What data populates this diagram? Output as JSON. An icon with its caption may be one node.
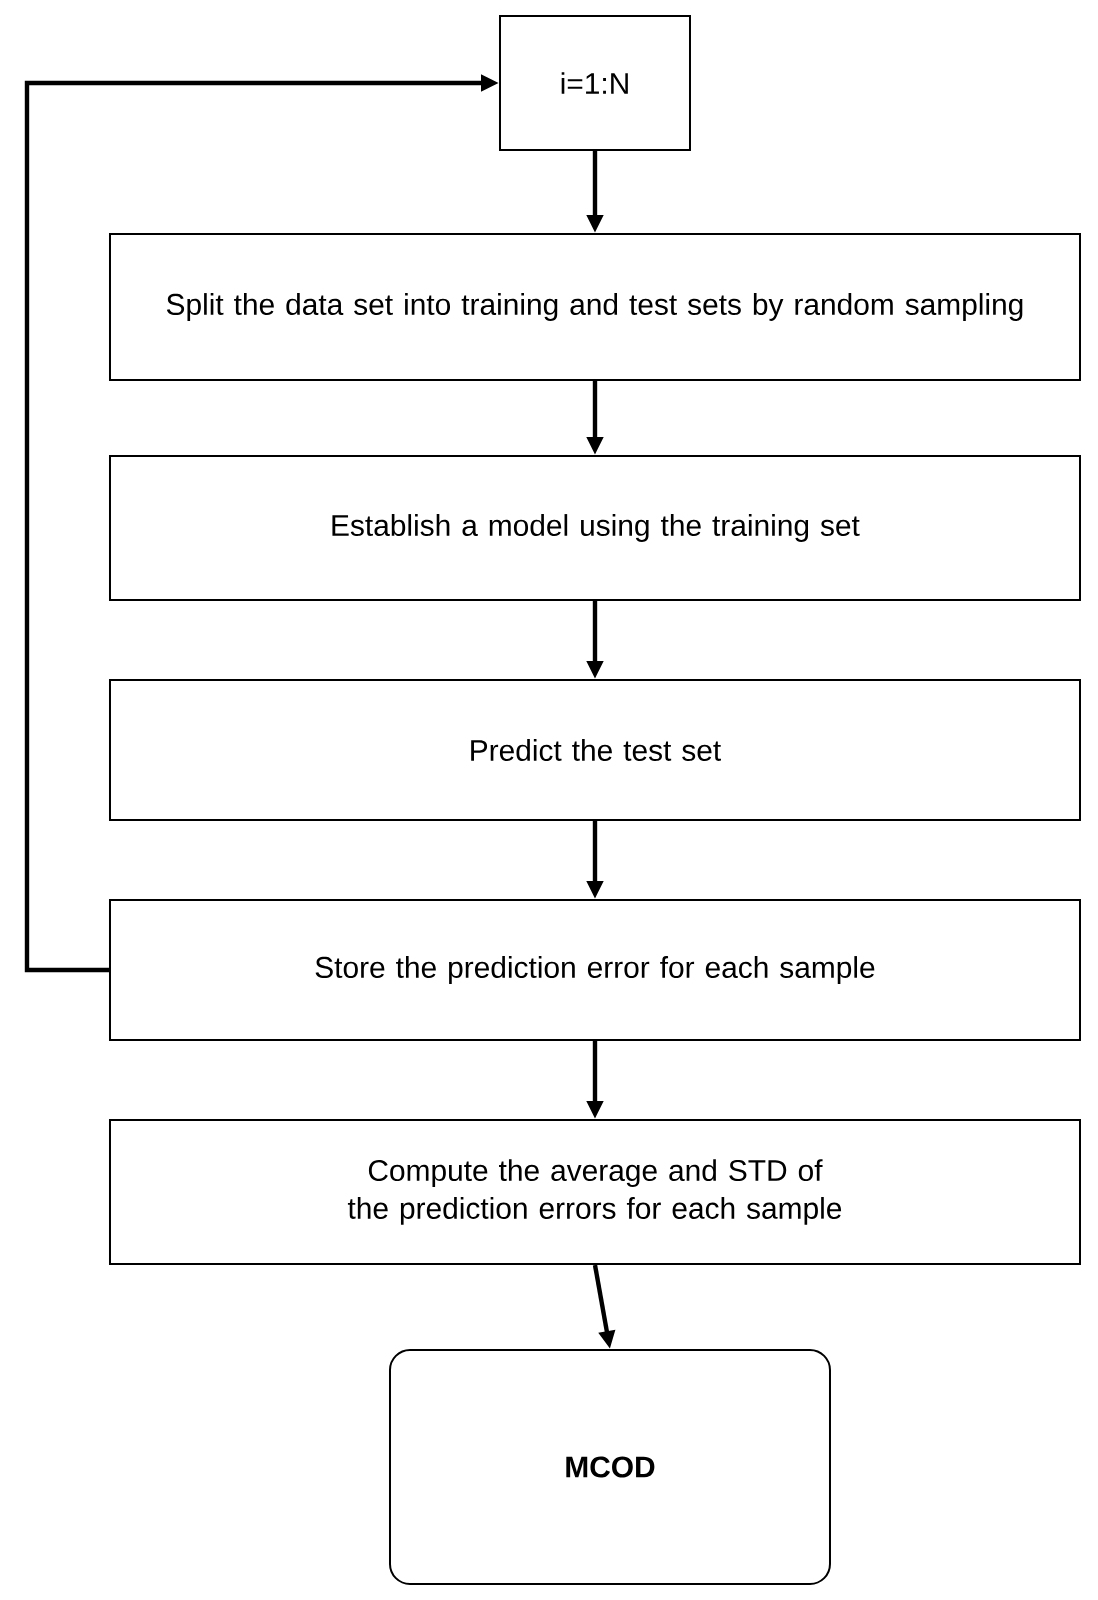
{
  "diagram": {
    "nodes": [
      {
        "text": [
          "i=1:N"
        ]
      },
      {
        "text": [
          "Split the data set into training and test sets by random sampling"
        ]
      },
      {
        "text": [
          "Establish a model using the training set"
        ]
      },
      {
        "text": [
          "Predict the test set"
        ]
      },
      {
        "text": [
          "Store the prediction error for each sample"
        ]
      },
      {
        "text": [
          "Compute the average and STD of the prediction errors for each sample"
        ]
      },
      {
        "text": [
          "MCOD"
        ]
      }
    ],
    "edges": [
      {
        "from": 0,
        "to": 1,
        "arrow": "to"
      },
      {
        "from": 1,
        "to": 2,
        "arrow": "to"
      },
      {
        "from": 2,
        "to": 3,
        "arrow": "to"
      },
      {
        "from": 3,
        "to": 4,
        "arrow": "to"
      },
      {
        "from": 4,
        "to": 0,
        "arrow": "to"
      },
      {
        "from": 4,
        "to": 5,
        "arrow": "to"
      },
      {
        "from": 5,
        "to": 6,
        "arrow": "to"
      }
    ]
  }
}
